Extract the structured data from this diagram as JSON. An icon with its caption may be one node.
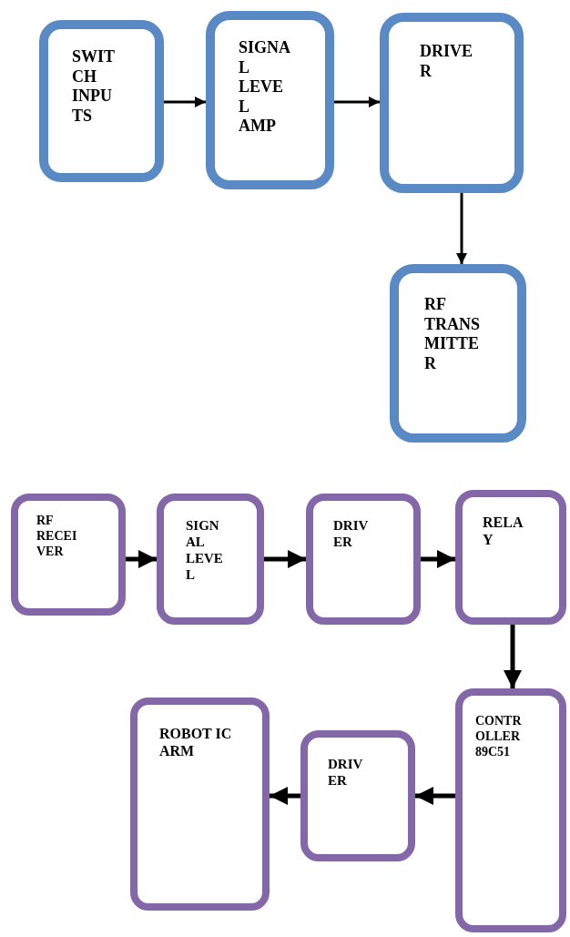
{
  "diagram": {
    "nodes": [
      {
        "text": [
          "SWIT CH INPU TS"
        ]
      },
      {
        "text": [
          "SIGNA L LEVE L AMP"
        ]
      },
      {
        "text": [
          "DRIVE R"
        ]
      },
      {
        "text": [
          "RF TRANS MITTE R"
        ]
      },
      {
        "text": [
          "RF RECEI VER"
        ]
      },
      {
        "text": [
          "SIGN AL LEVE L"
        ]
      },
      {
        "text": [
          "DRIV ER"
        ]
      },
      {
        "text": [
          "RELA Y"
        ]
      },
      {
        "text": [
          "CONTR OLLER 89C51"
        ]
      },
      {
        "text": [
          "DRIV ER"
        ]
      },
      {
        "text": [
          "ROBOT IC ARM"
        ]
      }
    ],
    "edges": [
      {
        "from": 0,
        "to": 1,
        "arrow": "to"
      },
      {
        "from": 1,
        "to": 2,
        "arrow": "to"
      },
      {
        "from": 2,
        "to": 3,
        "arrow": "to"
      },
      {
        "from": 4,
        "to": 5,
        "arrow": "to"
      },
      {
        "from": 5,
        "to": 6,
        "arrow": "to"
      },
      {
        "from": 6,
        "to": 7,
        "arrow": "to"
      },
      {
        "from": 7,
        "to": 8,
        "arrow": "to"
      },
      {
        "from": 8,
        "to": 9,
        "arrow": "to"
      },
      {
        "from": 9,
        "to": 10,
        "arrow": "to"
      }
    ]
  }
}
